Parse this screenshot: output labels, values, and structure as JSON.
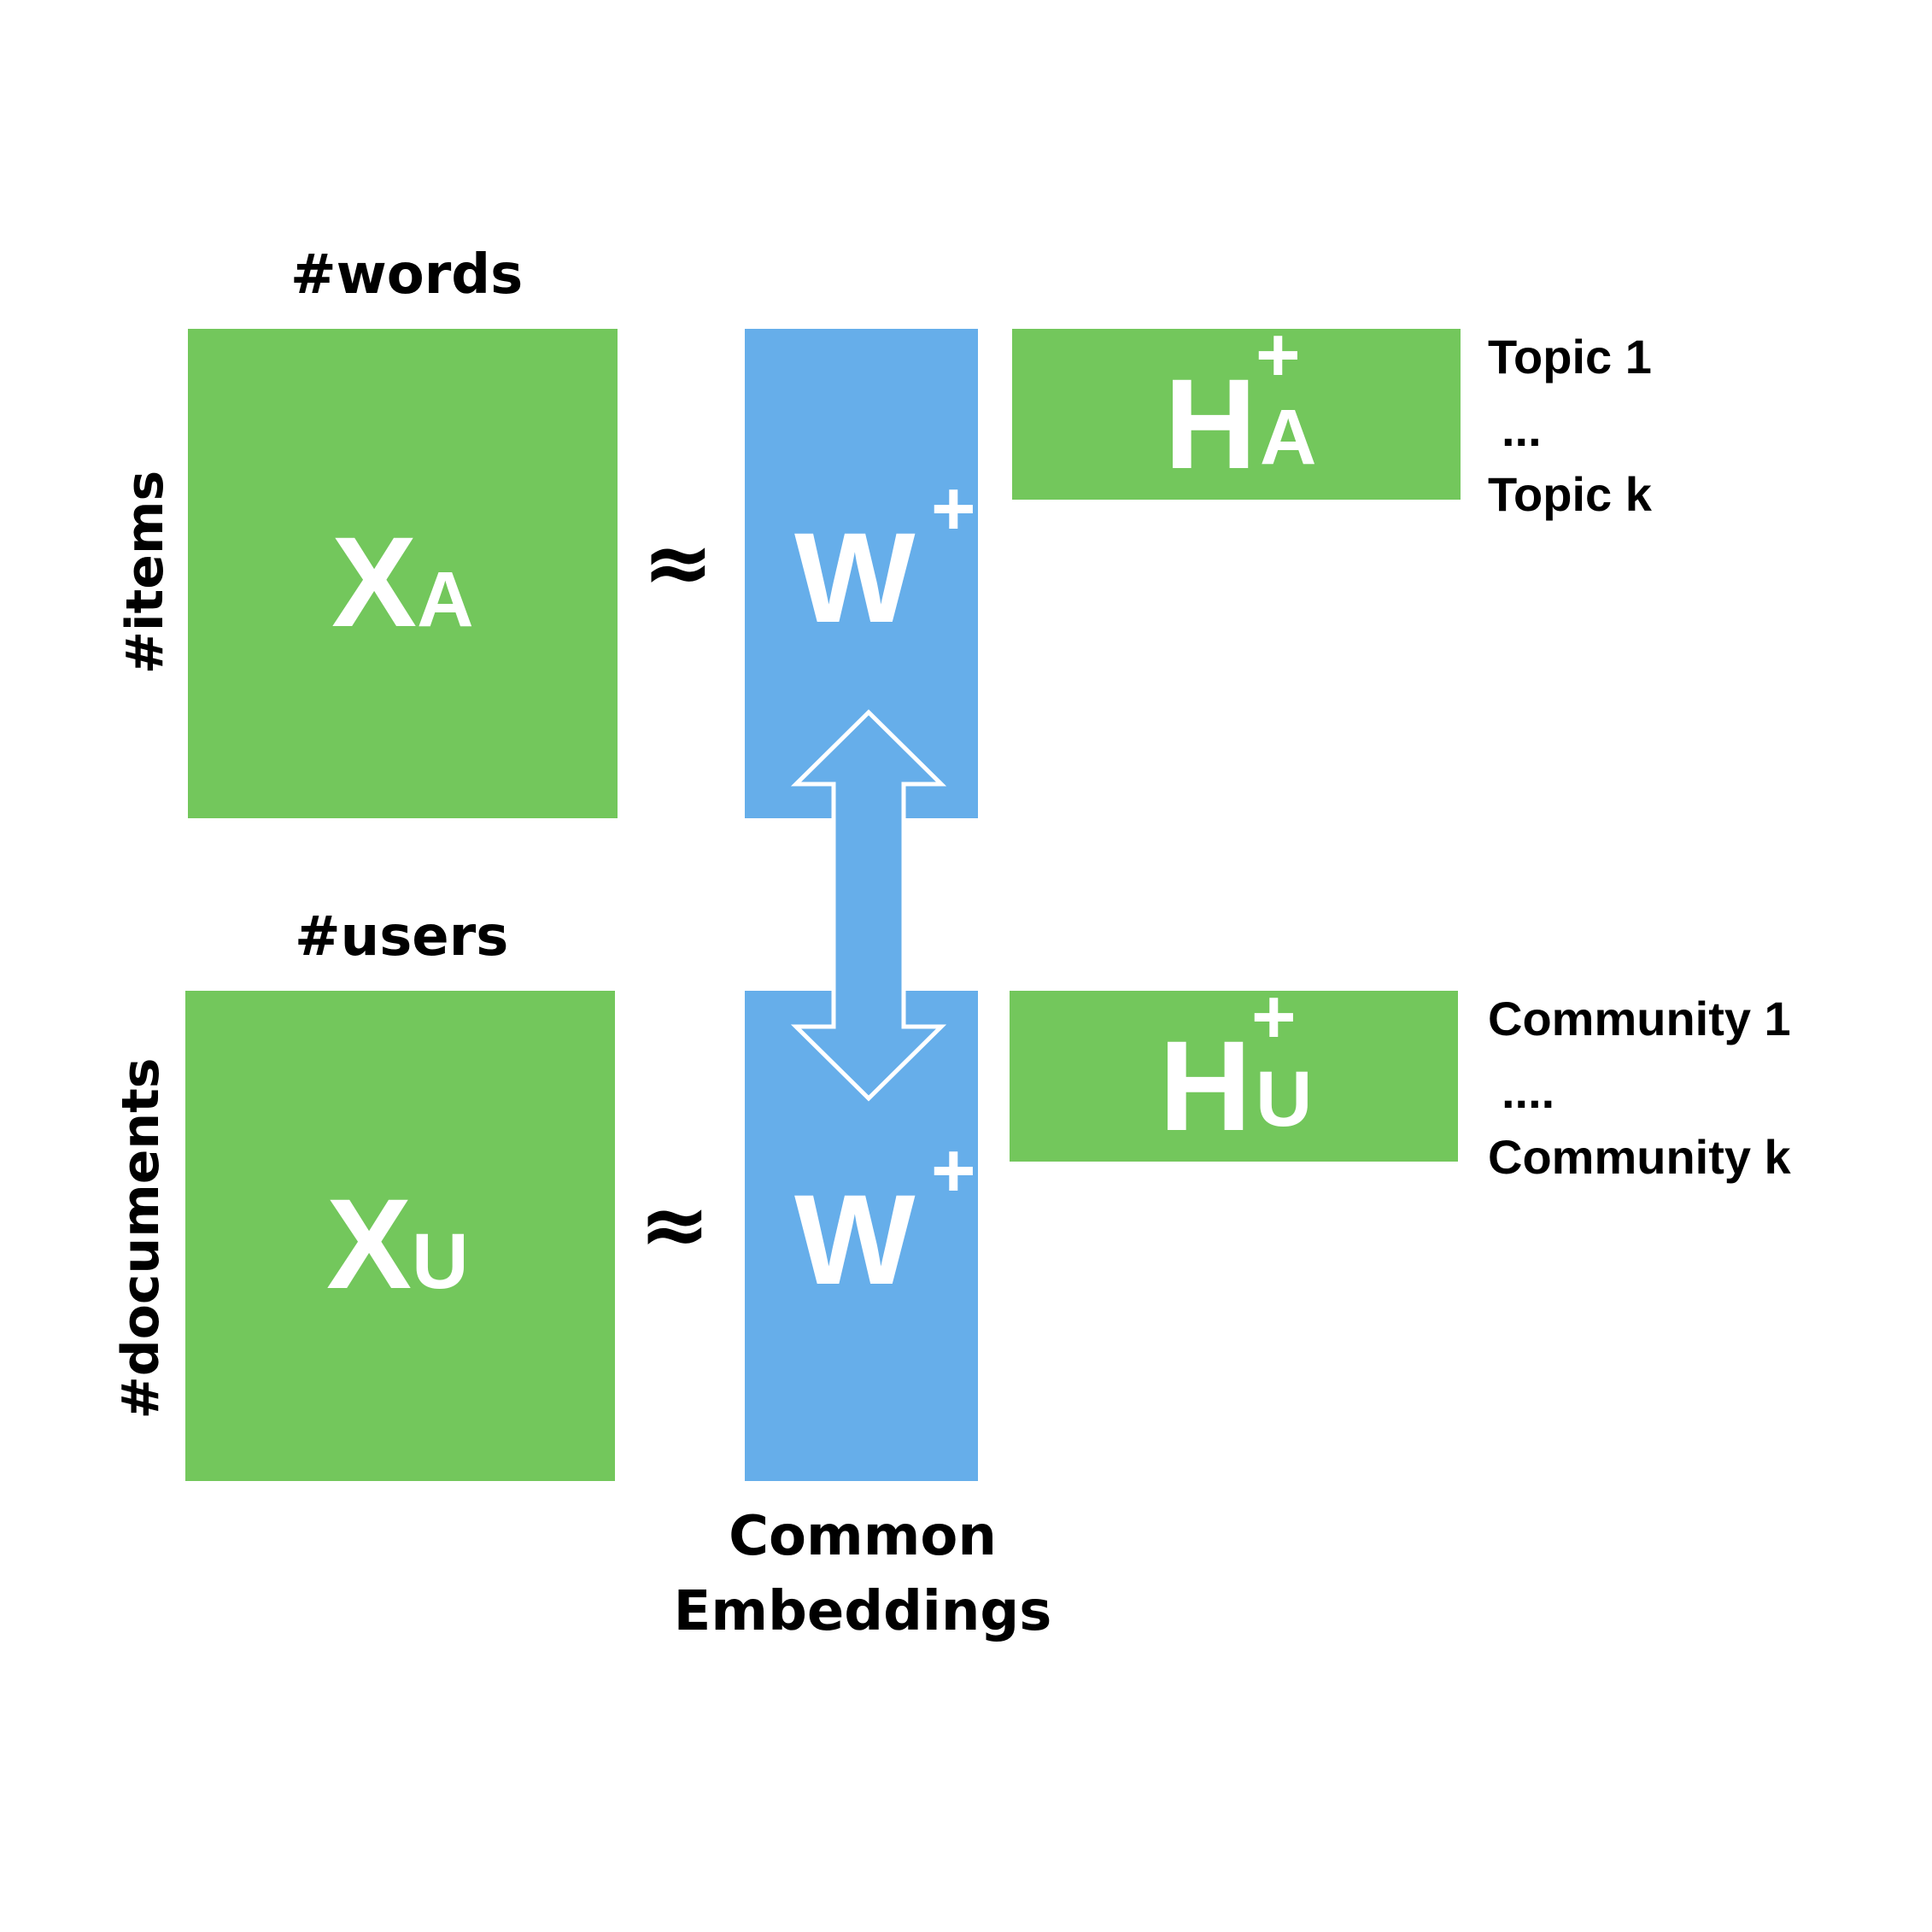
{
  "colors": {
    "data_matrix": "#73c75c",
    "embedding_matrix": "#66aeea",
    "text": "#000000",
    "matrix_text": "#ffffff"
  },
  "top": {
    "column_label": "#words",
    "row_label": "#items",
    "data_matrix": {
      "symbol": "X",
      "subscript": "A"
    },
    "approx_symbol": "≈",
    "embedding_matrix": {
      "symbol": "W",
      "superscript": "+"
    },
    "factor_matrix": {
      "symbol": "H",
      "subscript": "A",
      "superscript": "+"
    },
    "factor_labels": [
      "Topic 1",
      "...",
      "Topic k"
    ]
  },
  "bottom": {
    "column_label": "#users",
    "row_label": "#documents",
    "data_matrix": {
      "symbol": "X",
      "subscript": "U"
    },
    "approx_symbol": "≈",
    "embedding_matrix": {
      "symbol": "W",
      "superscript": "+"
    },
    "factor_matrix": {
      "symbol": "H",
      "subscript": "U",
      "superscript": "+"
    },
    "factor_labels": [
      "Community 1",
      "....",
      "Community k"
    ]
  },
  "shared_arrow": "double-arrow-vertical",
  "caption": [
    "Common",
    "Embeddings"
  ]
}
